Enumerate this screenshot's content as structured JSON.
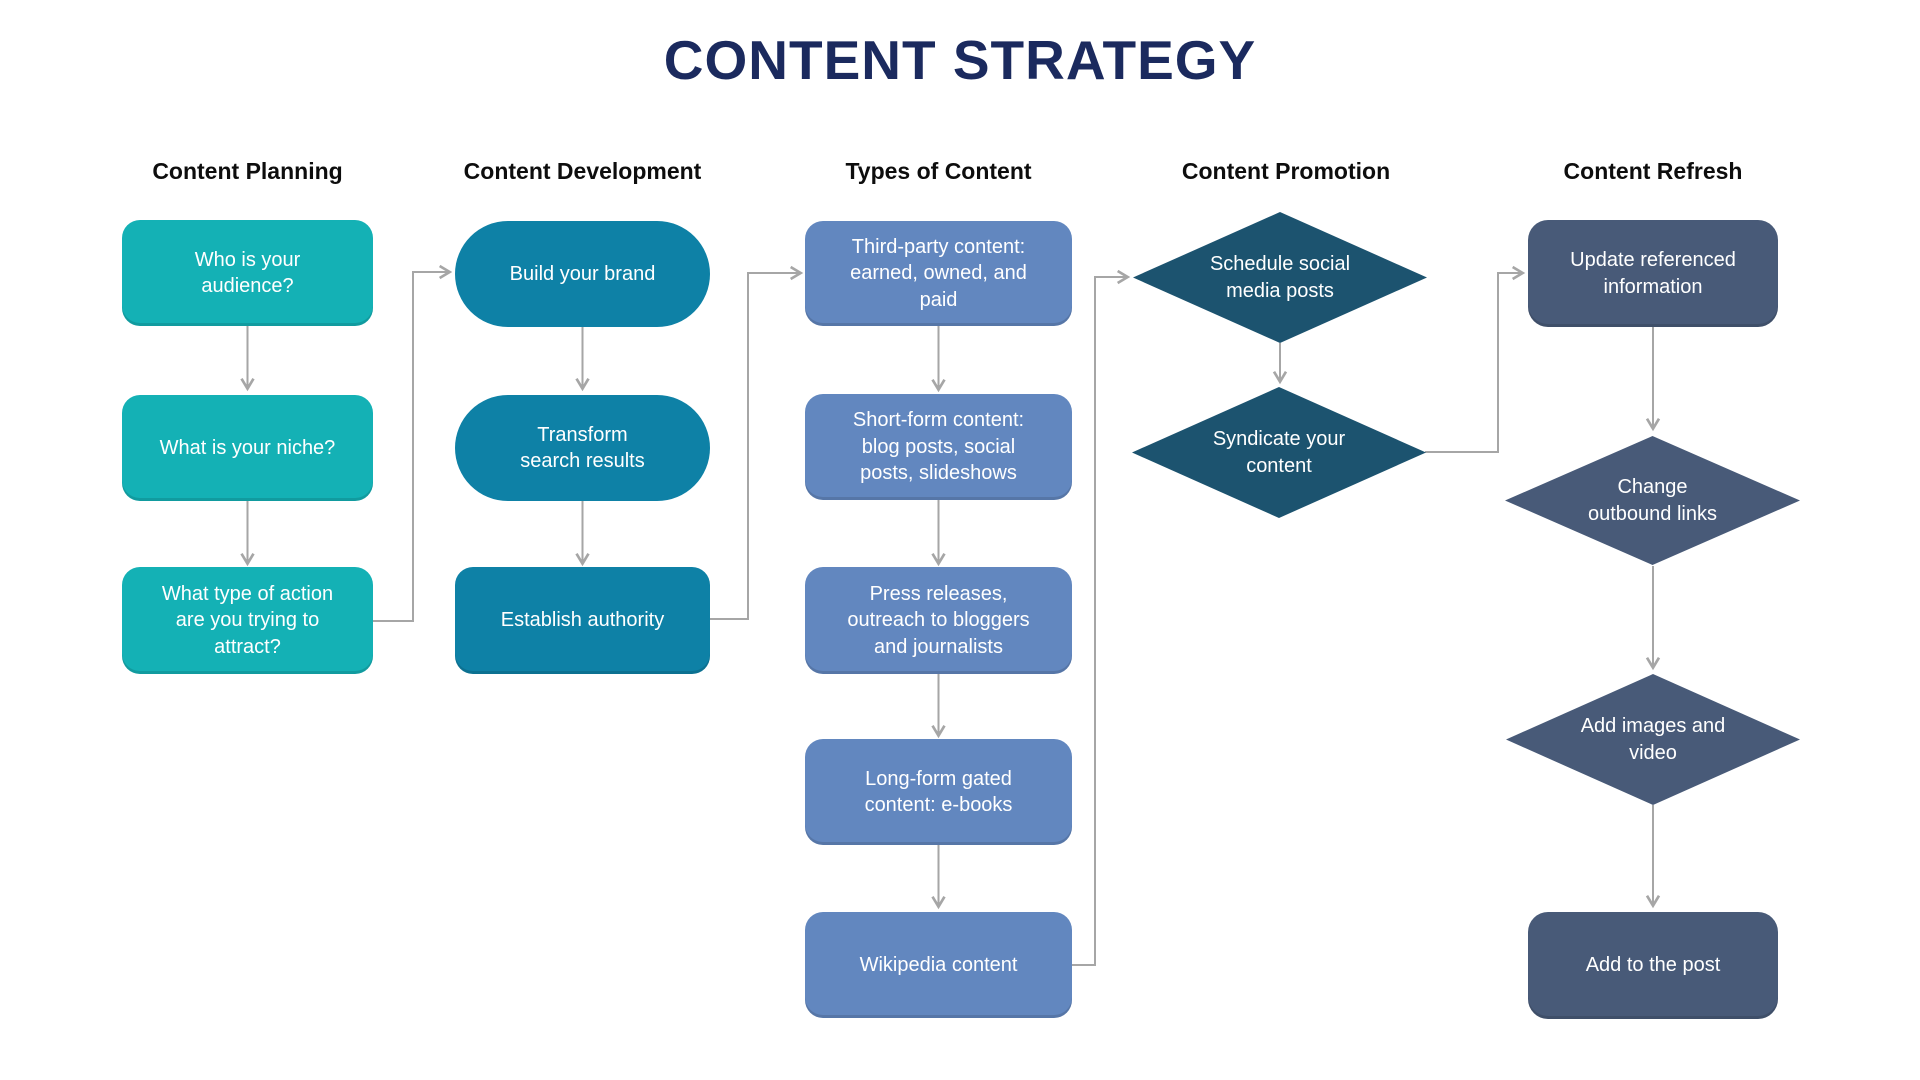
{
  "title": "CONTENT STRATEGY",
  "colors": {
    "title": "#1b2a5e",
    "header": "#0d0d0d",
    "planning": "#14b1b5",
    "development": "#0e81a6",
    "types": "#6287bf",
    "promotion": "#1c536f",
    "refresh": "#485a78",
    "connector": "#a6a6a6",
    "node_text": "#ffffff"
  },
  "columns": [
    {
      "header": "Content Planning",
      "nodes": [
        "Who is your audience?",
        "What is your niche?",
        "What type of action are you trying to attract?"
      ]
    },
    {
      "header": "Content Development",
      "nodes": [
        "Build your brand",
        "Transform search results",
        "Establish authority"
      ]
    },
    {
      "header": "Types of Content",
      "nodes": [
        "Third-party content: earned, owned, and paid",
        "Short-form content: blog posts, social posts, slideshows",
        "Press releases, outreach to bloggers and journalists",
        "Long-form gated content: e-books",
        "Wikipedia content"
      ]
    },
    {
      "header": "Content Promotion",
      "nodes": [
        "Schedule social media posts",
        "Syndicate your content"
      ]
    },
    {
      "header": "Content Refresh",
      "nodes": [
        "Update referenced information",
        "Change outbound links",
        "Add images and video",
        "Add to the post"
      ]
    }
  ]
}
